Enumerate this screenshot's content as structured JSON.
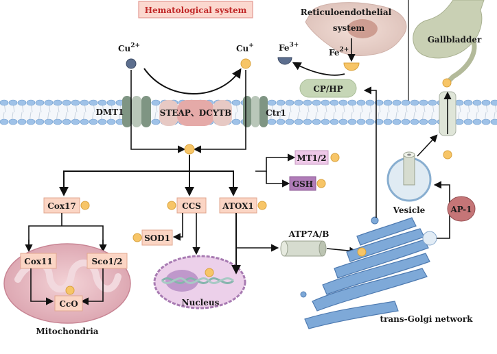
{
  "title": "Hematological system",
  "ions": {
    "cu2_base": "Cu",
    "cu2_sup": "2+",
    "cu1_base": "Cu",
    "cu1_sup": "+",
    "fe3_base": "Fe",
    "fe3_sup": "3+",
    "fe2_base": "Fe",
    "fe2_sup": "2+"
  },
  "organs": {
    "res_line1": "Reticuloendothelial",
    "res_line2": "system",
    "gallbladder": "Gallbladder"
  },
  "membrane": {
    "dmt1": "DMT1",
    "steap": "STEAP、DCYTB",
    "ctr1": "Ctr1",
    "cphp": "CP/HP"
  },
  "proteins": {
    "mt": "MT1/2",
    "gsh": "GSH",
    "cox17": "Cox17",
    "ccs": "CCS",
    "atox1": "ATOX1",
    "sod1": "SOD1",
    "cox11": "Cox11",
    "sco": "Sco1/2",
    "cco": "CcO",
    "atp7": "ATP7A/B",
    "ap1": "AP-1"
  },
  "compartments": {
    "mitochondria": "Mitochondria",
    "nucleus": "Nucleus",
    "vesicle": "Vesicle",
    "golgi": "trans-Golgi network"
  },
  "colors": {
    "copper_ion": "#f7c567",
    "cu2_ion": "#5c6e8e",
    "protein_box": "#fbd5c4",
    "gsh_box": "#b07cb8",
    "mt_box": "#eec8e8",
    "membrane": "#9fc2e8",
    "golgi": "#7ea9d8"
  }
}
